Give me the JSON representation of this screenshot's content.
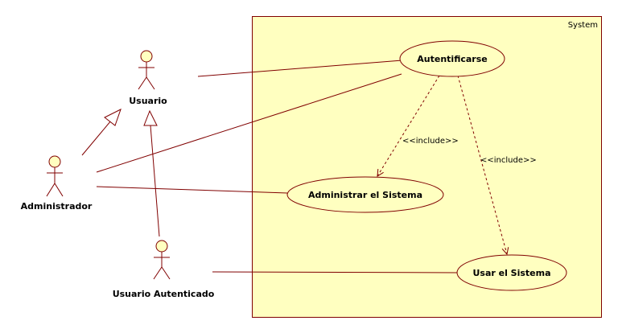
{
  "system": {
    "label": "System"
  },
  "actors": {
    "usuario": {
      "label": "Usuario"
    },
    "administrador": {
      "label": "Administrador"
    },
    "usuario_autenticado": {
      "label": "Usuario Autenticado"
    }
  },
  "use_cases": {
    "autentificarse": {
      "label": "Autentificarse"
    },
    "administrar": {
      "label": "Administrar el Sistema"
    },
    "usar": {
      "label": "Usar el Sistema"
    }
  },
  "relations": {
    "include_1": {
      "label": "<<include>>"
    },
    "include_2": {
      "label": "<<include>>"
    }
  },
  "colors": {
    "boundary_fill": "#ffffc0",
    "line": "#800000",
    "actor_fill": "#ffffc0",
    "generalization": "#800000"
  }
}
